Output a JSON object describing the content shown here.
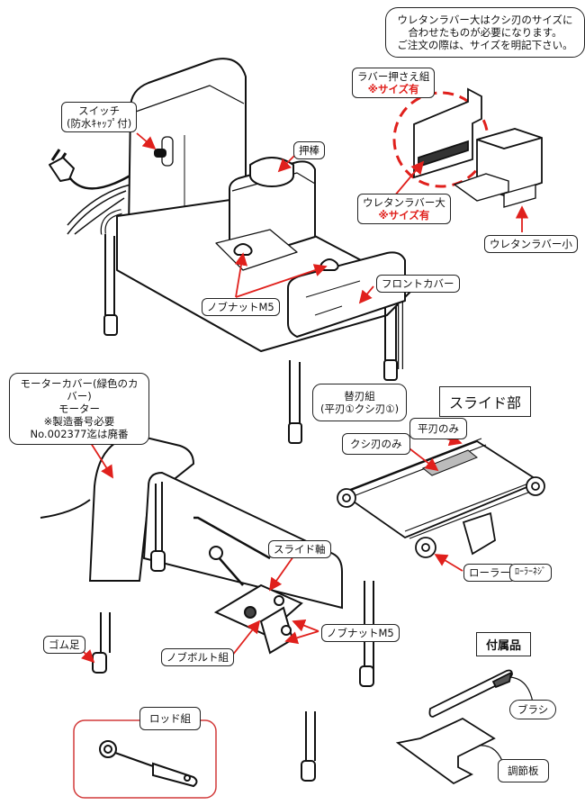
{
  "notes": {
    "urethane_note": [
      "ウレタンラバー大はクシ刃のサイズに",
      "合わせたものが必要になります。",
      "ご注文の際は、サイズを明記下さい。"
    ],
    "motor_cover_note": [
      "モーターカバー(緑色のカバー)",
      "モーター",
      "※製造番号必要",
      "No.002377迄は廃番"
    ]
  },
  "sections": {
    "slide_part": "スライド部",
    "accessories": "付属品"
  },
  "labels": {
    "switch": [
      "スイッチ",
      "(防水ｷｬｯﾌﾟ付)"
    ],
    "push_rod": "押棒",
    "rubber_holder": "ラバー押さえ組",
    "rubber_holder_note": "※サイズ有",
    "urethane_large": "ウレタンラバー大",
    "urethane_large_note": "※サイズ有",
    "urethane_small": "ウレタンラバー小",
    "knob_nut_top": "ノブナットM5",
    "front_cover": "フロントカバー",
    "replacement_blade": [
      "替刃組",
      "(平刃①クシ刃①)"
    ],
    "flat_blade_only": "平刃のみ",
    "comb_blade_only": "クシ刃のみ",
    "roller": "ローラー",
    "roller_screw": "ﾛｰﾗｰﾈｼﾞ",
    "slide_shaft": "スライド軸",
    "knob_nut_bottom": "ノブナットM5",
    "knob_bolt": "ノブボルト組",
    "rubber_foot": "ゴム足",
    "rod_set": "ロッド組",
    "brush": "ブラシ",
    "adjust_plate": "調節板"
  },
  "colors": {
    "callout_arrow": "#e0201c",
    "outline": "#111111",
    "dashed_highlight": "#e0201c",
    "rod_frame": "#d23a3a"
  }
}
